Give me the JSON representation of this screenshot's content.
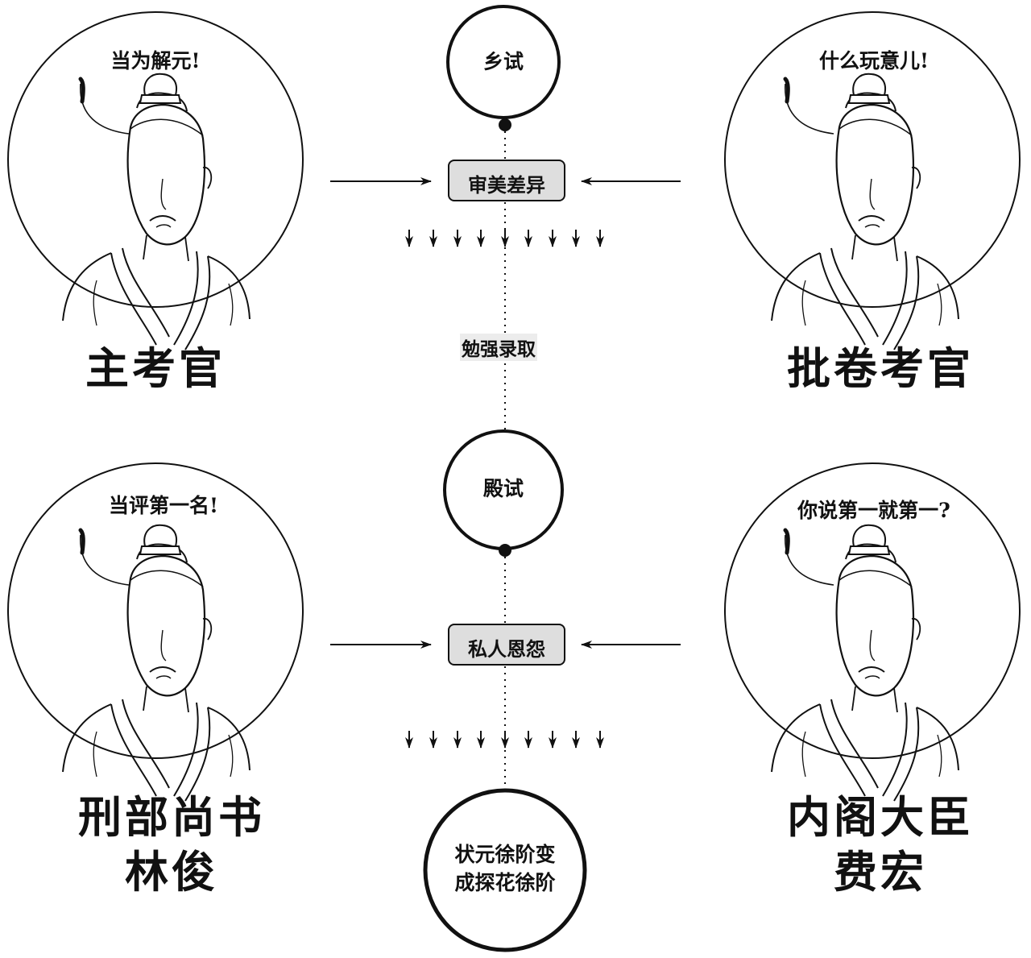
{
  "flow": {
    "node_top": "乡试",
    "box_top": "审美差异",
    "middle_note": "勉强录取",
    "node_middle": "殿试",
    "box_bottom": "私人恩怨",
    "node_bottom_line1": "状元徐阶变",
    "node_bottom_line2": "成探花徐阶"
  },
  "people": {
    "top_left": {
      "speech": "当为解元!",
      "role_line1": "主考官",
      "role_line2": ""
    },
    "top_right": {
      "speech": "什么玩意儿!",
      "role_line1": "批卷考官",
      "role_line2": ""
    },
    "bottom_left": {
      "speech": "当评第一名!",
      "role_line1": "刑部尚书",
      "role_line2": "林俊"
    },
    "bottom_right": {
      "speech": "你说第一就第一?",
      "role_line1": "内阁大臣",
      "role_line2": "费宏"
    }
  },
  "colors": {
    "ink": "#111111",
    "box_fill": "#dedede",
    "note_bg": "#ececec"
  },
  "icons": {
    "arrow": "arrow-right-icon",
    "down_arrow": "down-arrow-icon",
    "figure": "scholar-portrait-icon"
  }
}
